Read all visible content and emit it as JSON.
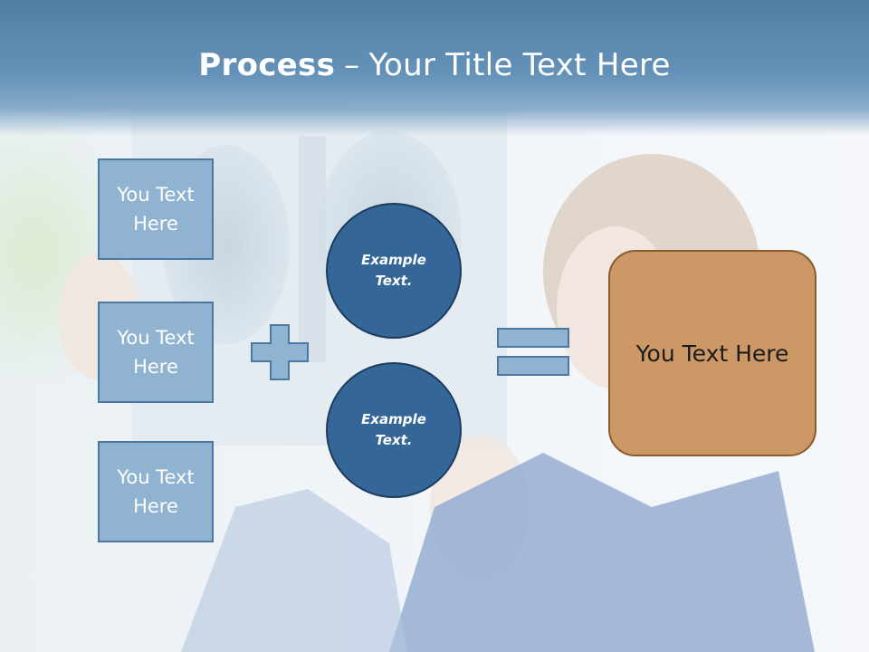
{
  "title": {
    "bold_part": "Process",
    "separator": "–",
    "rest": "Your Title Text Here"
  },
  "left_boxes": [
    {
      "label": "You Text Here"
    },
    {
      "label": "You Text Here"
    },
    {
      "label": "You Text Here"
    }
  ],
  "circles": [
    {
      "label": "Example Text."
    },
    {
      "label": "Example Text."
    }
  ],
  "operators": {
    "plus_icon": "plus-icon",
    "equals_icon": "equals-icon"
  },
  "result_box": {
    "label": "You Text Here"
  },
  "colors": {
    "title_band": "#5d8ab0",
    "left_box_fill": "#8fb3d0",
    "circle_fill": "#346698",
    "result_fill": "#cc9865",
    "operator_fill": "#8fb3d0"
  }
}
